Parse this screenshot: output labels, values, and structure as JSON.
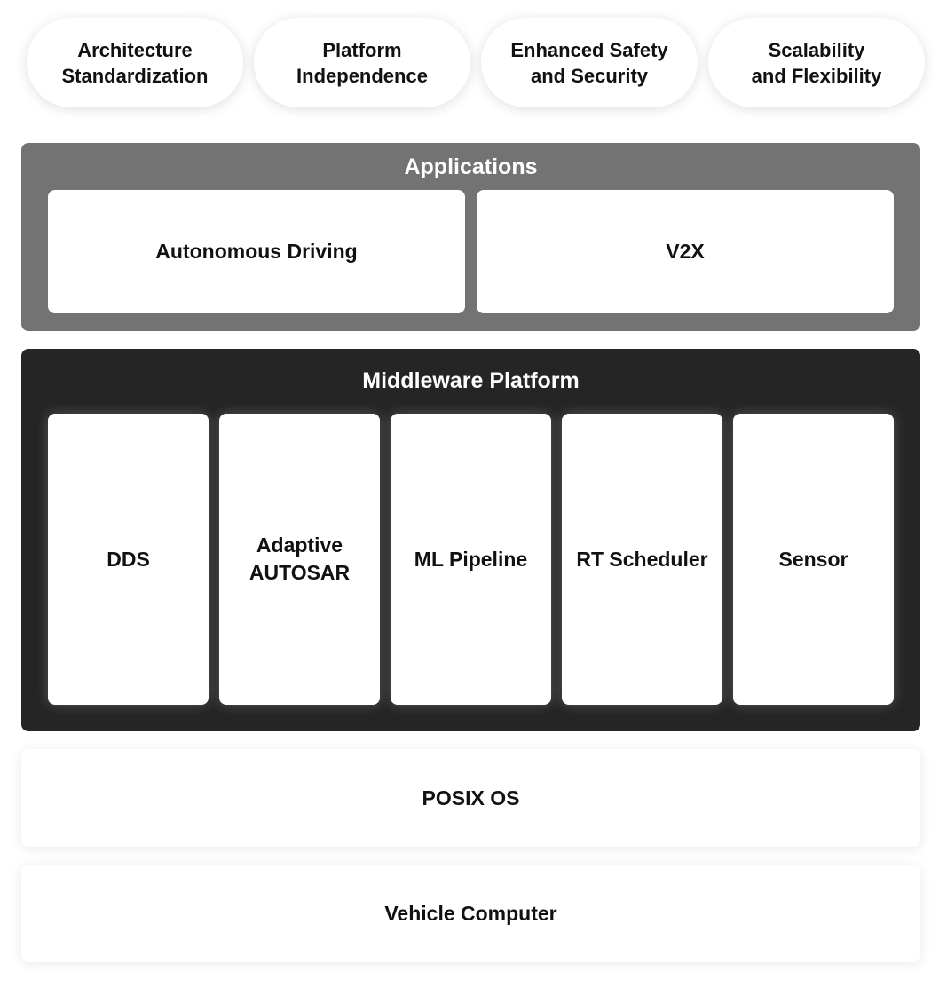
{
  "benefits": [
    {
      "label": "Architecture\nStandardization"
    },
    {
      "label": "Platform\nIndependence"
    },
    {
      "label": "Enhanced Safety\nand Security"
    },
    {
      "label": "Scalability\nand Flexibility"
    }
  ],
  "applications": {
    "title": "Applications",
    "items": [
      {
        "label": "Autonomous Driving"
      },
      {
        "label": "V2X"
      }
    ]
  },
  "middleware": {
    "title": "Middleware Platform",
    "items": [
      {
        "label": "DDS"
      },
      {
        "label": "Adaptive\nAUTOSAR"
      },
      {
        "label": "ML Pipeline"
      },
      {
        "label": "RT Scheduler"
      },
      {
        "label": "Sensor"
      }
    ]
  },
  "os": {
    "label": "POSIX OS"
  },
  "hardware": {
    "label": "Vehicle Computer"
  },
  "colors": {
    "applications_layer": "#737373",
    "middleware_layer": "#252525",
    "card": "#ffffff",
    "text_dark": "#111111",
    "text_light": "#ffffff"
  }
}
